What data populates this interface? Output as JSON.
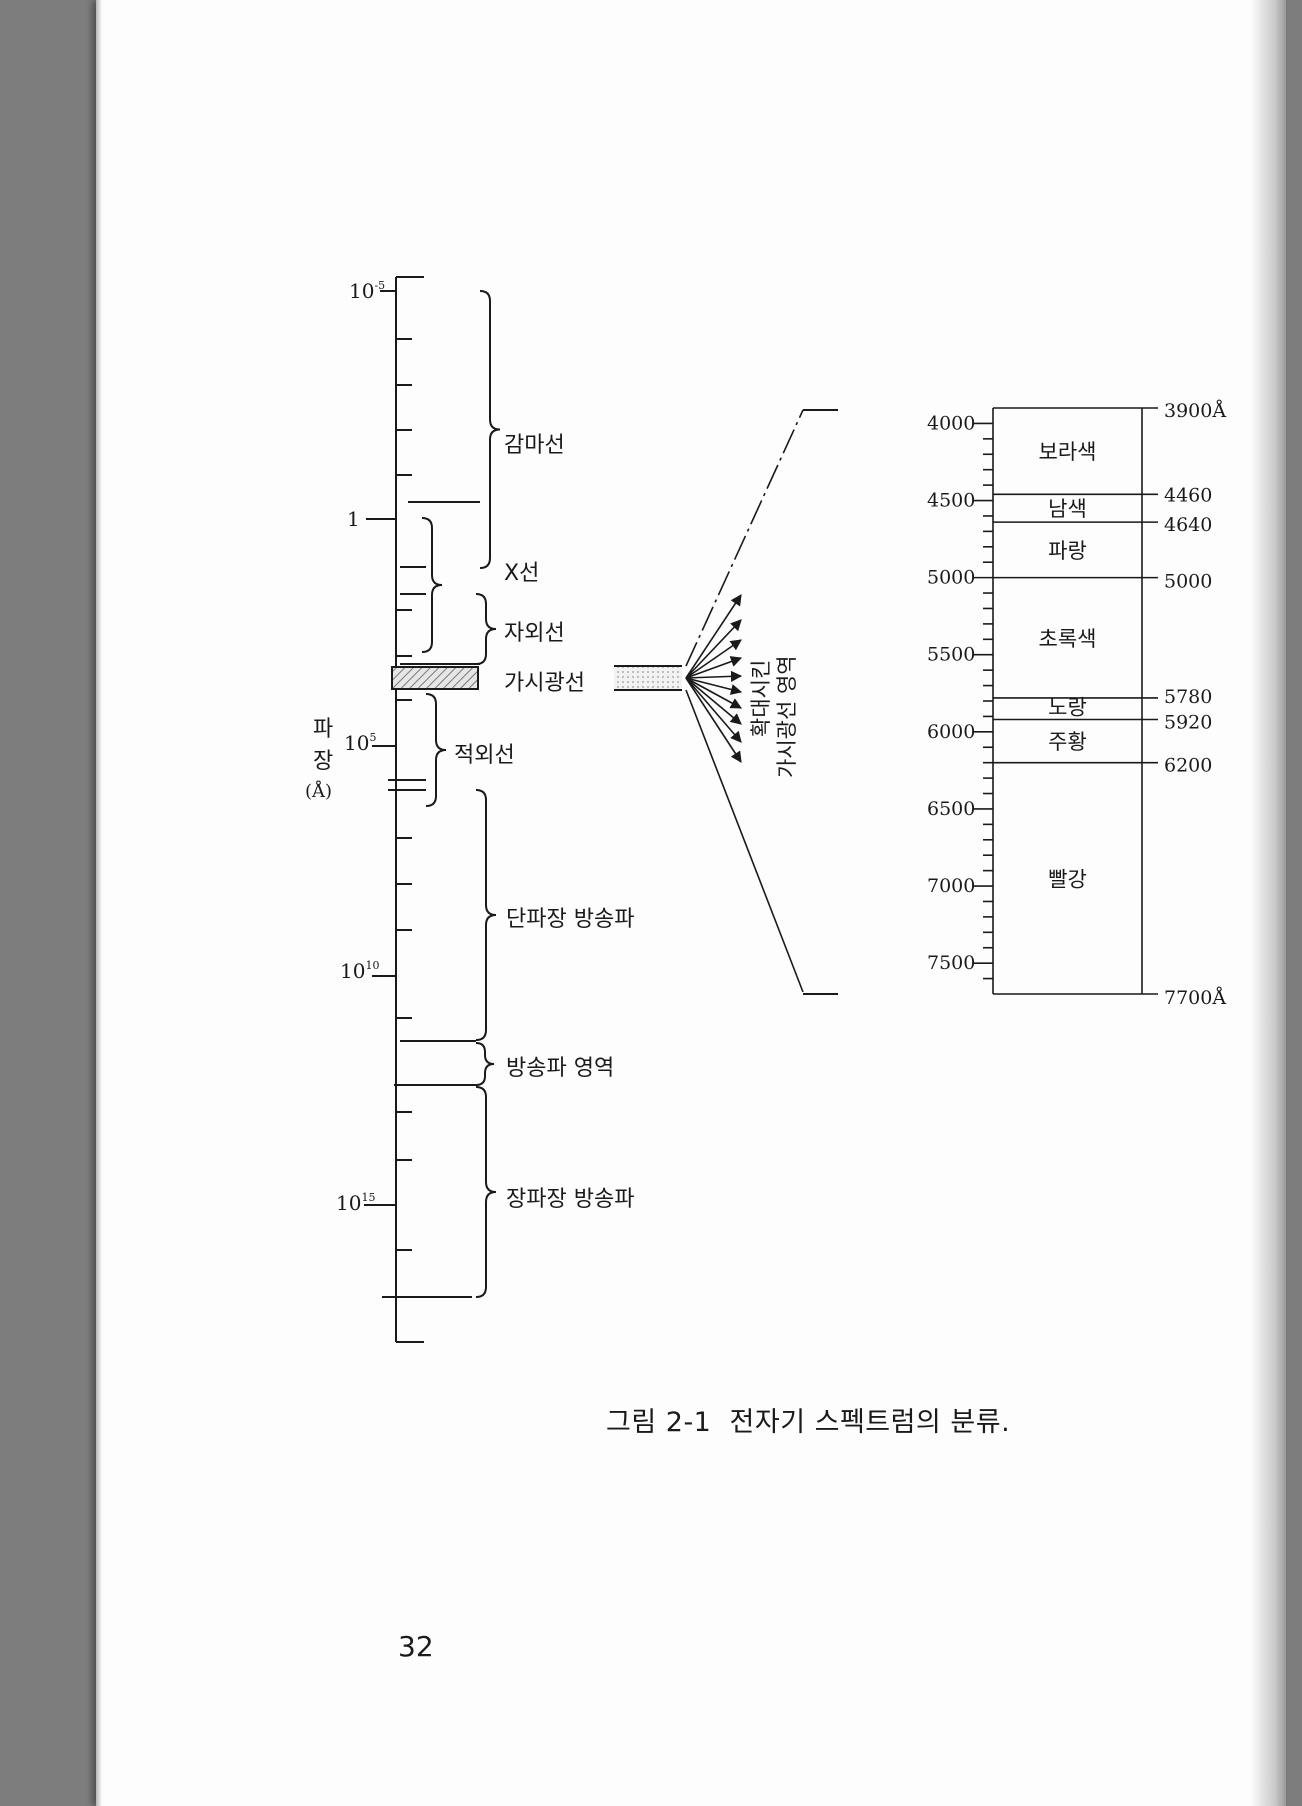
{
  "diagram": {
    "scale_ticks": [
      {
        "base": "10",
        "exp": "-5"
      },
      {
        "base": "1",
        "exp": ""
      },
      {
        "base": "10",
        "exp": "5"
      },
      {
        "base": "10",
        "exp": "10"
      },
      {
        "base": "10",
        "exp": "15"
      }
    ],
    "axis_label": [
      "파",
      "장",
      "(Å)"
    ],
    "regions": [
      {
        "id": "gamma",
        "label": "감마선"
      },
      {
        "id": "xray",
        "label": "X선"
      },
      {
        "id": "uv",
        "label": "자외선"
      },
      {
        "id": "visible",
        "label": "가시광선"
      },
      {
        "id": "ir",
        "label": "적외선"
      },
      {
        "id": "short-wave",
        "label": "단파장 방송파"
      },
      {
        "id": "broadcast",
        "label": "방송파 영역"
      },
      {
        "id": "long-wave",
        "label": "장파장 방송파"
      }
    ],
    "magnified_label": [
      "확대시킨",
      "가시광선 영역"
    ],
    "zoom_scale": {
      "left_ticks": [
        4000,
        4500,
        5000,
        5500,
        6000,
        6500,
        7000,
        7500
      ],
      "right_values": [
        "3900Å",
        "4460",
        "4640",
        "5000",
        "5780",
        "5920",
        "6200",
        "7700Å"
      ],
      "boundaries": [
        3900,
        4460,
        4640,
        5000,
        5780,
        5920,
        6200,
        7700
      ],
      "bands": [
        {
          "label": "보라색",
          "from": 3900,
          "to": 4460
        },
        {
          "label": "남색",
          "from": 4460,
          "to": 4640
        },
        {
          "label": "파랑",
          "from": 4640,
          "to": 5000
        },
        {
          "label": "초록색",
          "from": 5000,
          "to": 5780
        },
        {
          "label": "노랑",
          "from": 5780,
          "to": 5920
        },
        {
          "label": "주황",
          "from": 5920,
          "to": 6200
        },
        {
          "label": "빨강",
          "from": 6200,
          "to": 7700
        }
      ]
    }
  },
  "caption": "그림 2-1  전자기 스펙트럼의 분류.",
  "page_number": "32"
}
